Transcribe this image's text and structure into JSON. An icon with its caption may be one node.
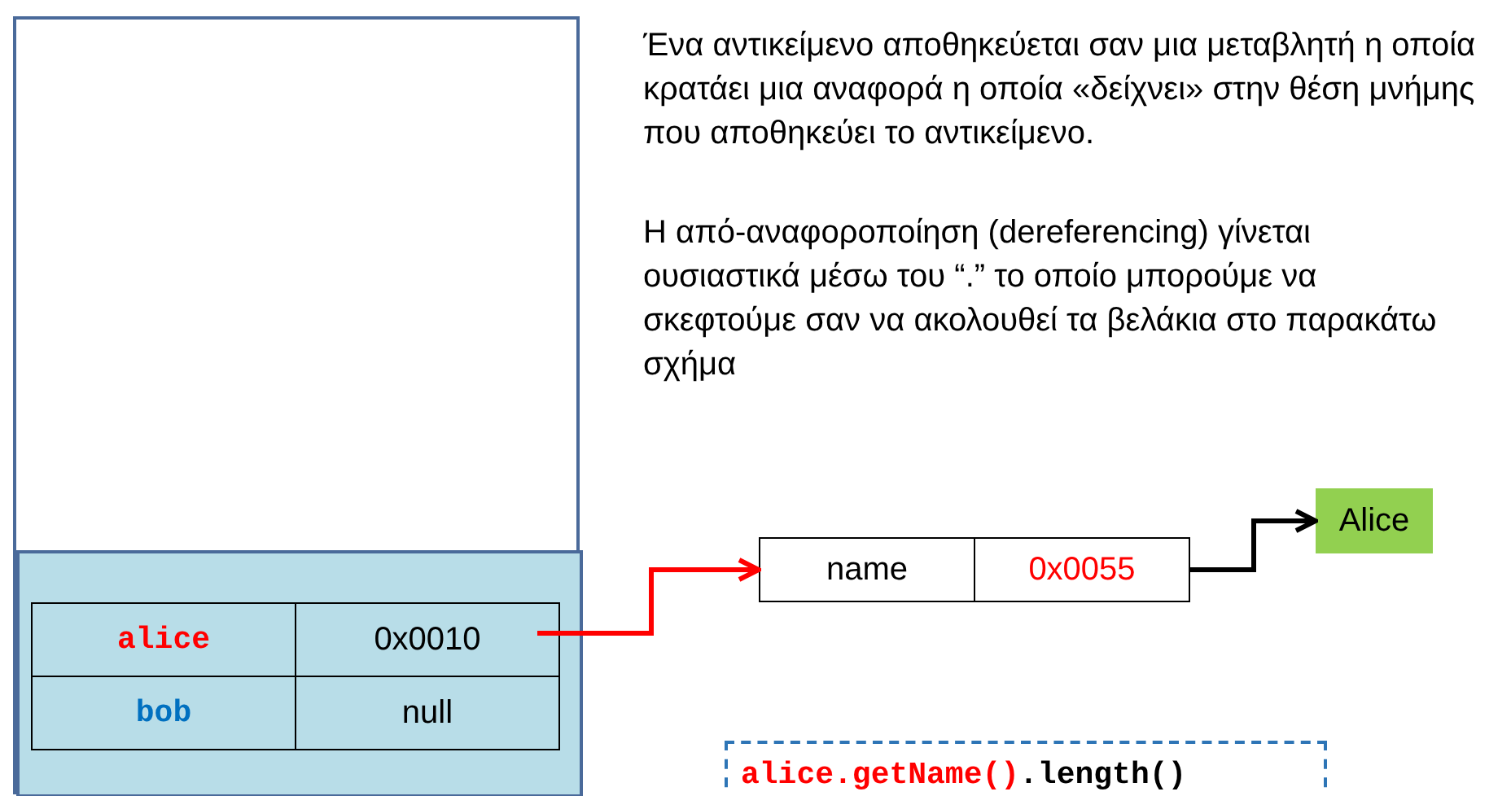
{
  "diagram": {
    "nodes": [
      {
        "text": [],
        "shape": "box"
      },
      {
        "text": [],
        "shape": "box",
        "in": 0
      },
      {
        "text": [
          "alice"
        ],
        "in": 1
      },
      {
        "text": [
          "0x0010"
        ],
        "in": 1
      },
      {
        "text": [
          "bob"
        ],
        "in": 1
      },
      {
        "text": [
          "null"
        ],
        "in": 1
      },
      {
        "text": [
          "name"
        ]
      },
      {
        "text": [
          "0x0055"
        ]
      },
      {
        "text": [
          "Alice"
        ]
      },
      {
        "text": [
          "alice.getName()",
          ".length()"
        ]
      }
    ],
    "edges": [
      {
        "from": 3,
        "to": 6,
        "arrow": "to",
        "color": "#ff0000"
      },
      {
        "from": 7,
        "to": 8,
        "arrow": "to",
        "color": "#000000"
      }
    ],
    "labels": [
      "Ένα αντικείμενο αποθηκεύεται σαν μια μεταβλητή η οποία κρατάει μια αναφορά η οποία «δείχνει» στην θέση μνήμης που αποθηκεύει το αντικείμενο.",
      "Η από-αναφοροποίηση (dereferencing) γίνεται ουσιαστικά μέσω του “.” το οποίο μπορούμε να σκεφτούμε σαν να ακολουθεί τα βελάκια στο παρακάτω σχήμα"
    ]
  }
}
